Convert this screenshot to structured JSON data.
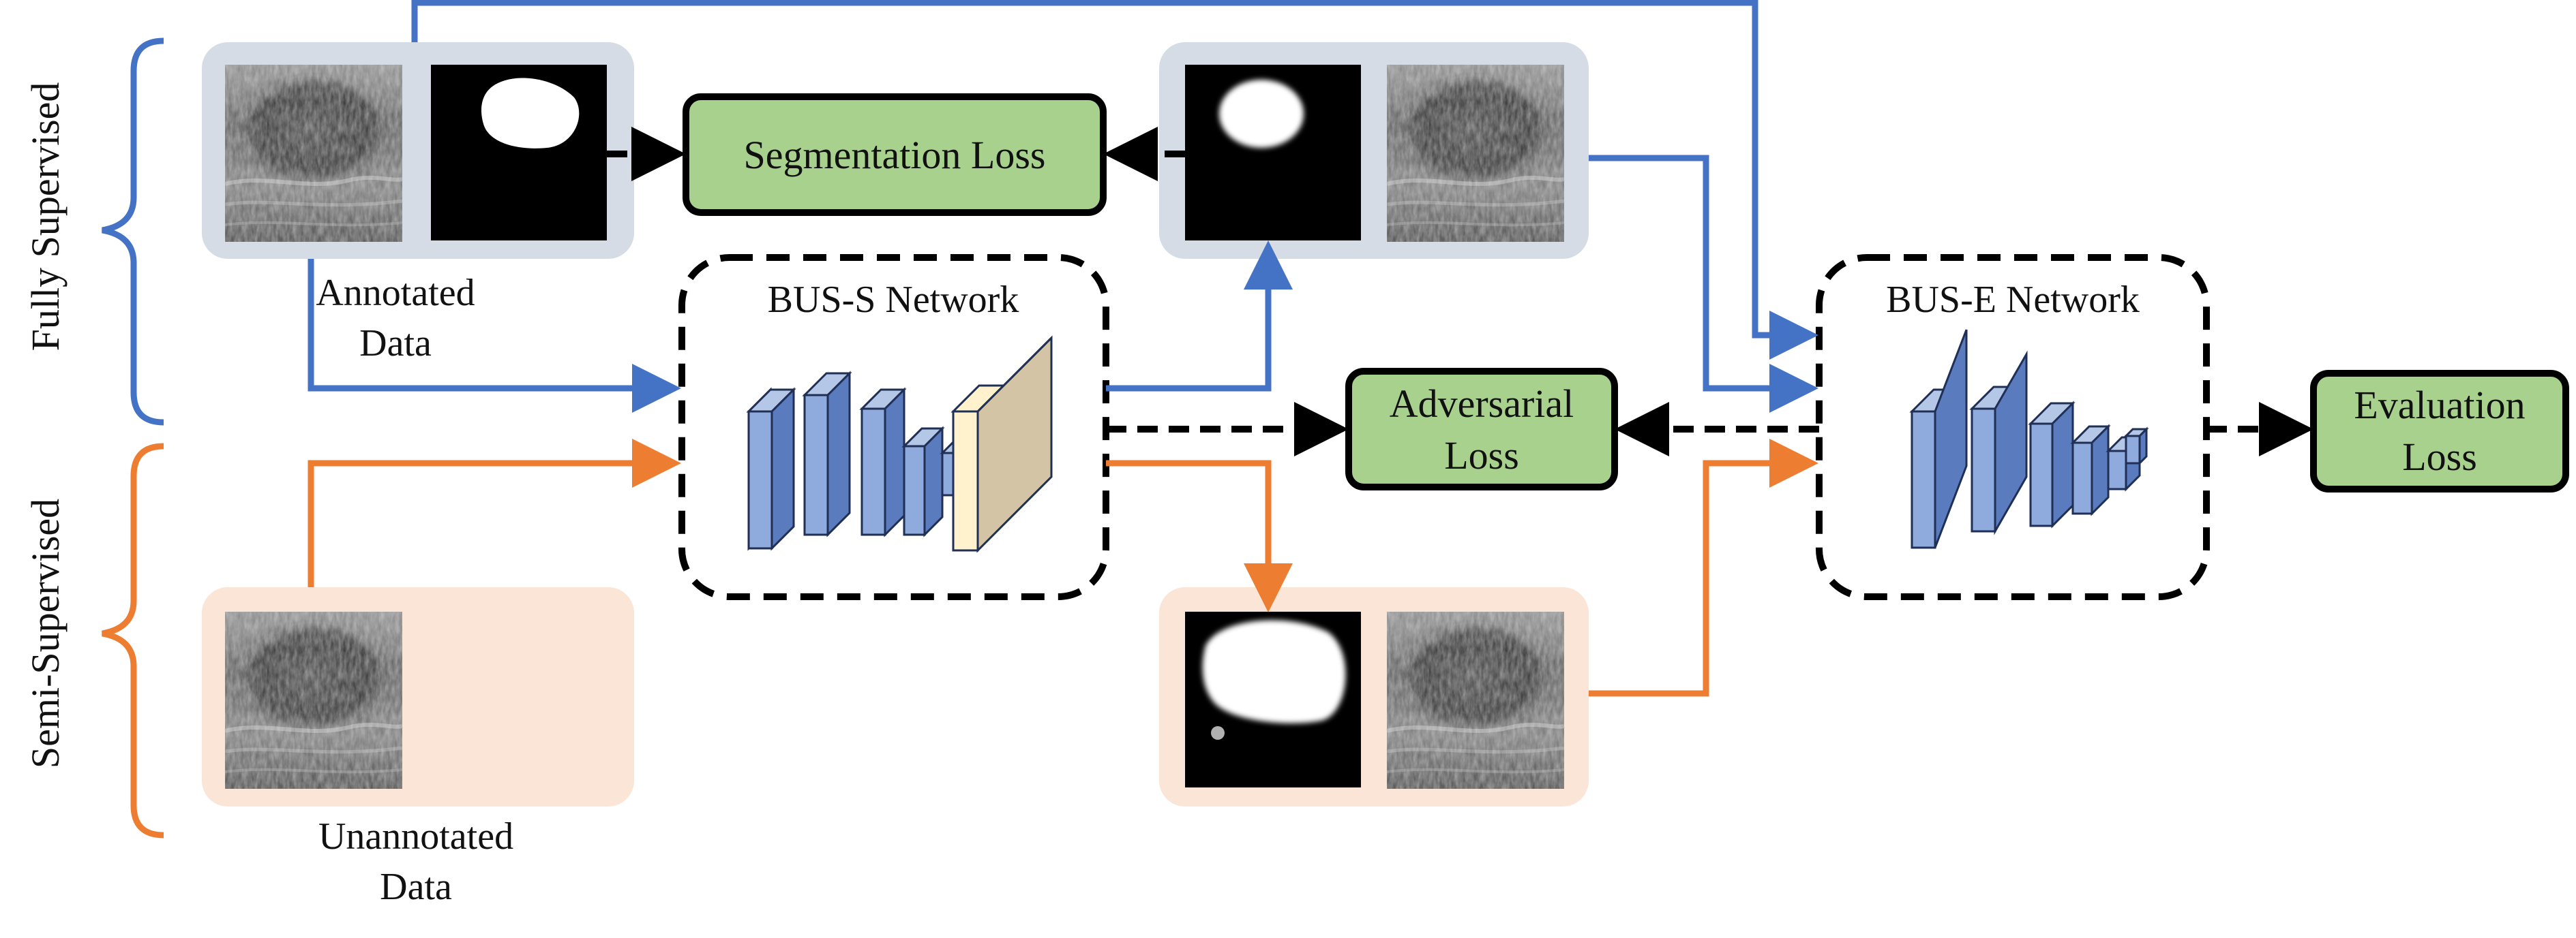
{
  "labels": {
    "fully_supervised": "Fully Supervised",
    "semi_supervised": "Semi-Supervised",
    "annotated_line1": "Annotated",
    "annotated_line2": "Data",
    "unannotated_line1": "Unannotated",
    "unannotated_line2": "Data"
  },
  "networks": {
    "bus_s": "BUS-S Network",
    "bus_e": "BUS-E Network"
  },
  "losses": {
    "segmentation": "Segmentation Loss",
    "adversarial_line1": "Adversarial",
    "adversarial_line2": "Loss",
    "evaluation_line1": "Evaluation",
    "evaluation_line2": "Loss"
  },
  "colors": {
    "fully_supervised": "#4472C4",
    "semi_supervised": "#ED7D31",
    "annotated_bg": "#D6DCE5",
    "unannotated_bg": "#FBE5D6",
    "loss_fill": "#A9D18E",
    "layer_front": "#8FAADC",
    "layer_side": "#4F6FAE",
    "output_layer": "#D2C4A4",
    "output_layer_front": "#FFF2CC"
  },
  "icons": [
    "ultrasound-image-icon",
    "segmentation-mask-icon"
  ]
}
